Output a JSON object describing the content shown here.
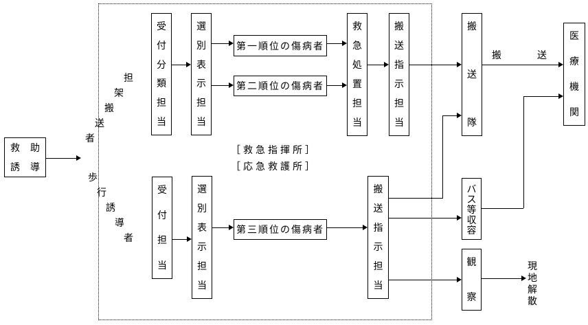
{
  "zones": {
    "command_post": "［救急指揮所］",
    "aid_station": "［応急救護所］"
  },
  "boxes": {
    "rescue_guidance": {
      "row1": "救助",
      "row2": "誘導"
    },
    "reception_triage": "受付分類担当",
    "triage_display_top": "選別表示担当",
    "priority1_casualties": "第一順位の傷病者",
    "priority2_casualties": "第二順位の傷病者",
    "emergency_treatment": "救急処置担当",
    "transport_direction_top": "搬送指示担当",
    "transport_team": "搬送隊",
    "medical_institution": "医療機関",
    "reception": "受付担当",
    "triage_display_bottom": "選別表示担当",
    "priority3_casualties": "第三順位の傷病者",
    "transport_direction_bottom": "搬送指示担当",
    "bus_accommodation": "バス等収容",
    "observation": "観察"
  },
  "flow_labels": {
    "stretcher_carriers": "担架搬送者",
    "walking_guided": "歩行誘導者",
    "transport": "搬送",
    "onsite_dismissal": "現地解散"
  },
  "colors": {
    "line": "#000000",
    "background": "#ffffff"
  }
}
